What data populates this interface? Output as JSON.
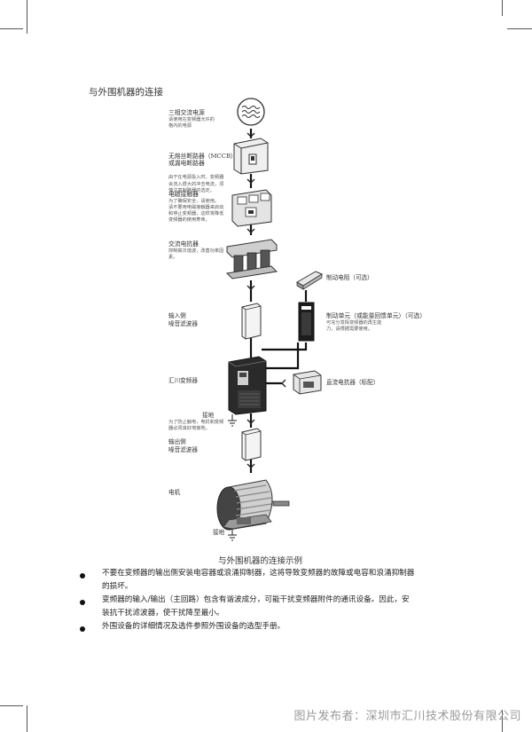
{
  "section_title": "与外围机器的连接",
  "components": {
    "power": {
      "title": "三相交流电源",
      "note": "请使用在变频器允许的\n格内的电源"
    },
    "mccb": {
      "title": "无熔丝断路器（MCCB）\n或漏电断路器",
      "note": "由于在电源投入时，变频器\n会流入很大的冲击电流，须\n慎注意制路器的选定。"
    },
    "contactor": {
      "title": "电磁接触器",
      "note": "为了确保安全，请使用。\n请不要用电磁接触器来启动\n和停止变频器，这样将降低\n变频器的使用寿命。"
    },
    "ac_reactor": {
      "title": "交流电抗器",
      "note": "抑制高次谐波，改善功率因\n素。"
    },
    "input_filter": {
      "title": "输入侧\n噪音滤波器"
    },
    "inverter": {
      "title": "汇川变频器"
    },
    "ground_top": {
      "title": "接地",
      "note": "为了防止触电，电机和变频\n器必须良好地接地。"
    },
    "output_filter": {
      "title": "输出侧\n噪音滤波器"
    },
    "motor": {
      "title": "电机"
    },
    "ground_bottom": {
      "title": "接地"
    },
    "brake_resistor": {
      "title": "制动电阻（可选）"
    },
    "brake_unit": {
      "title": "制动单元（或能量回馈单元）（可选）",
      "note": "可充分发挥变频器的再生能\n力，请根据需要使用。"
    },
    "dc_reactor": {
      "title": "直流电抗器（标配）"
    }
  },
  "caption": "与外围机器的连接示例",
  "bullets": [
    "不要在变频器的输出侧安装电容器或浪涌抑制器，这将导致变频器的故障或电容和浪涌抑制器\n的损坏。",
    "变频器的输入/输出（主回路）包含有谐波成分，可能干扰变频器附件的通讯设备。因此，安\n装抗干扰滤波器，使干扰降至最小。",
    "外围设备的详细情况及选件参照外围设备的选型手册。"
  ],
  "footer": "图片发布者：深圳市汇川技术股份有限公司"
}
